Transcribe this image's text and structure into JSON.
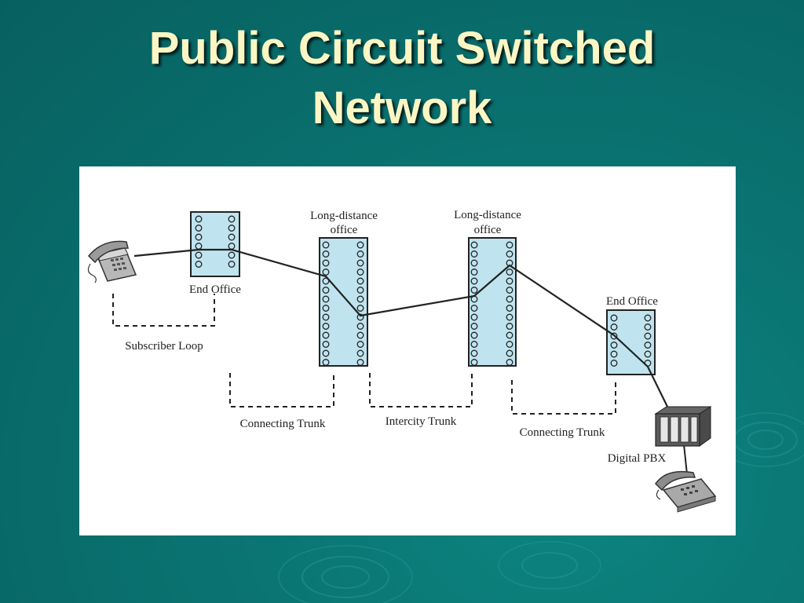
{
  "slide": {
    "title_line1": "Public Circuit Switched",
    "title_line2": "Network"
  },
  "colors": {
    "background": "#0a7371",
    "title": "#fbf6c4",
    "switch_fill": "#bfe4ef",
    "line": "#222222"
  },
  "diagram": {
    "switches": {
      "end_office_left": {
        "label": "End Office",
        "ports": 6
      },
      "long_distance_1": {
        "label_line1": "Long-distance",
        "label_line2": "office",
        "ports": 14
      },
      "long_distance_2": {
        "label_line1": "Long-distance",
        "label_line2": "office",
        "ports": 14
      },
      "end_office_right": {
        "label": "End Office",
        "ports": 6
      }
    },
    "pbx": {
      "label": "Digital PBX"
    },
    "segments": {
      "subscriber_loop": "Subscriber Loop",
      "connecting_trunk_left": "Connecting Trunk",
      "intercity_trunk": "Intercity Trunk",
      "connecting_trunk_right": "Connecting Trunk"
    },
    "icons": {
      "left_phone": "telephone-icon",
      "right_phone": "telephone-icon",
      "pbx": "pbx-cabinet-icon"
    }
  }
}
